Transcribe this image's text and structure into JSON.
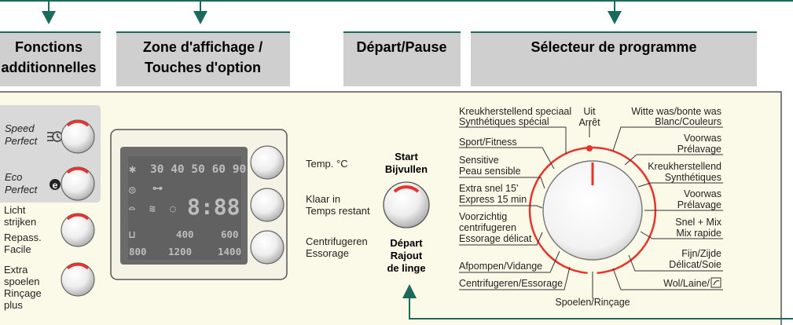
{
  "colors": {
    "header_bg": "#cfcfcf",
    "panel_bg": "#fbfae8",
    "accent_green": "#1a6b5a",
    "dial_red": "#e8322a",
    "display_bg": "#6b6b6b"
  },
  "headers": {
    "fonctions": [
      "Fonctions",
      "additionnelles"
    ],
    "affichage": [
      "Zone d'affichage /",
      "Touches d'option"
    ],
    "depart": [
      "Départ/Pause"
    ],
    "selecteur": [
      "Sélecteur de programme"
    ]
  },
  "left_options": {
    "speed": [
      "Speed",
      "Perfect"
    ],
    "eco": [
      "Eco",
      "Perfect"
    ],
    "licht": [
      "Licht",
      "strijken",
      "Repass.",
      "Facile"
    ],
    "extra": [
      "Extra",
      "spoelen",
      "Rinçage",
      "plus"
    ]
  },
  "display": {
    "temps": "30 40 50 60 90",
    "time": "8:88",
    "speed_top": [
      "400",
      "600"
    ],
    "speed_bottom": [
      "800",
      "1200",
      "1400"
    ]
  },
  "option_keys": {
    "temp": [
      "Temp. °C"
    ],
    "klaar": [
      "Klaar in",
      "Temps restant"
    ],
    "centri": [
      "Centrifugeren",
      "Essorage"
    ]
  },
  "start": {
    "top": [
      "Start",
      "Bijvullen"
    ],
    "bottom": [
      "Départ",
      "Rajout",
      "de linge"
    ]
  },
  "programs_left": [
    [
      "Kreukherstellend speciaal",
      "Synthétiques spécial"
    ],
    [
      "Sport/Fitness"
    ],
    [
      "Sensitive",
      "Peau sensible"
    ],
    [
      "Extra snel 15'",
      "Express 15 min"
    ],
    [
      "Voorzichtig",
      "centrifugeren",
      "Essorage délicat"
    ],
    [
      "Afpompen/Vidange"
    ],
    [
      "Centrifugeren/Essorage"
    ]
  ],
  "program_top": [
    "Uit",
    "Arrêt"
  ],
  "program_bottom": [
    "Spoelen/Rinçage"
  ],
  "programs_right": [
    [
      "Witte was/bonte was",
      "Blanc/Couleurs"
    ],
    [
      "Voorwas",
      "Prélavage"
    ],
    [
      "Kreukherstellend",
      "Synthétiques"
    ],
    [
      "Voorwas",
      "Prélavage"
    ],
    [
      "Snel + Mix",
      "Mix rapide"
    ],
    [
      "Fijn/Zijde",
      "Délicat/Soie"
    ],
    [
      "Wol/Laine/"
    ]
  ]
}
